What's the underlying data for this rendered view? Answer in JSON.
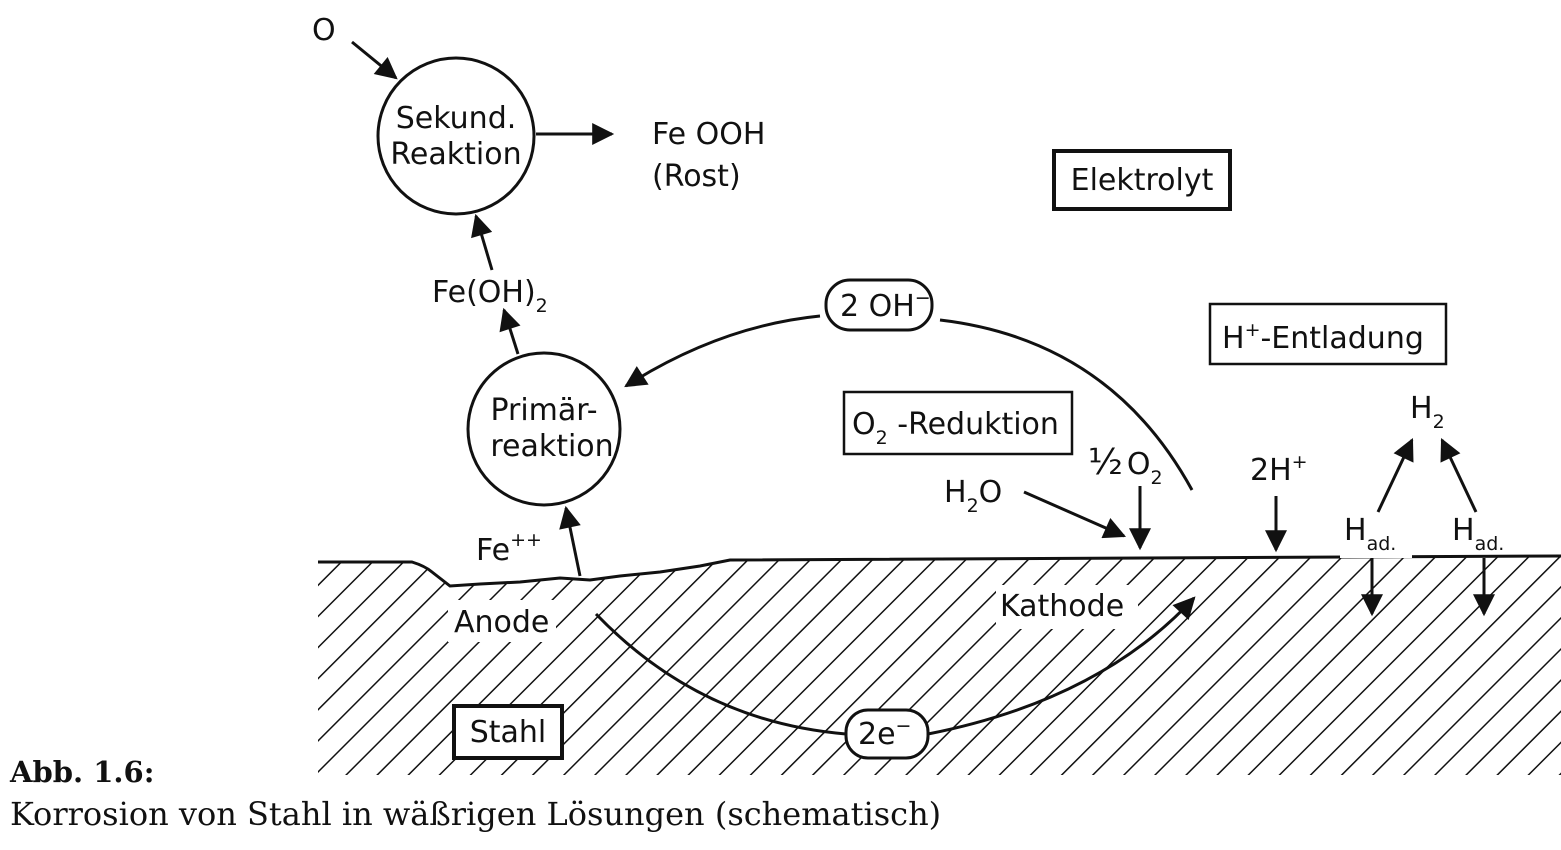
{
  "labels": {
    "o_input": "O",
    "sekund_line1": "Sekund.",
    "sekund_line2": "Reaktion",
    "feooh": "Fe OOH",
    "rost": "(Rost)",
    "elektrolyt": "Elektrolyt",
    "feoh2_main": "Fe(OH)",
    "feoh2_sub": "2",
    "two_oh": "2 OH",
    "two_oh_sup": "−",
    "h_entladung_h": "H",
    "h_entladung_sup": "+",
    "h_entladung_rest": "-Entladung",
    "primaer_line1": "Primär-",
    "primaer_line2": "reaktion",
    "o2_reduktion_o": "O",
    "o2_reduktion_sub": "2",
    "o2_reduktion_rest": " -Reduktion",
    "half": "½",
    "half_o2_o": "O",
    "half_o2_sub": "2",
    "two_h_plus": "2H",
    "two_h_plus_sup": "+",
    "h2_h": "H",
    "h2_sub": "2",
    "h2o_h": "H",
    "h2o_sub": "2",
    "h2o_o": "O",
    "fe_pp": "Fe",
    "fe_pp_sup": "++",
    "had_left_h": "H",
    "had_left_sub": "ad.",
    "had_right_h": "H",
    "had_right_sub": "ad.",
    "anode": "Anode",
    "kathode": "Kathode",
    "stahl": "Stahl",
    "two_e": "2e",
    "two_e_sup": "−"
  },
  "caption": {
    "title": "Abb. 1.6:",
    "text": "Korrosion von Stahl in wäßrigen Lösungen (schematisch)"
  }
}
